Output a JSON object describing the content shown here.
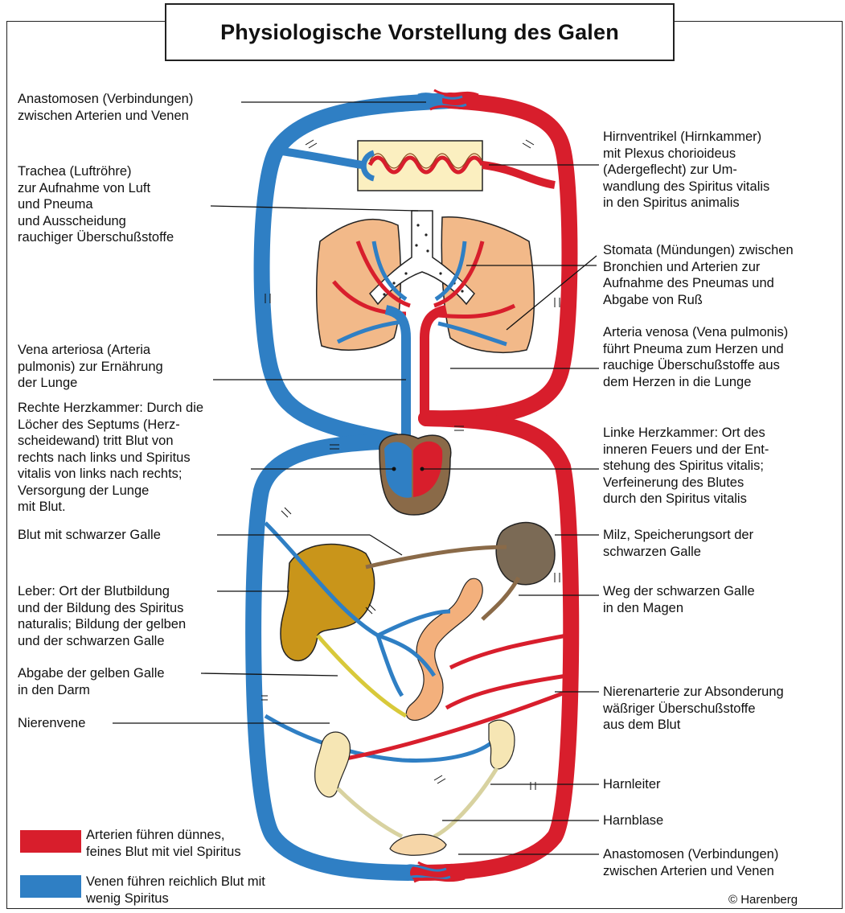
{
  "title": "Physiologische Vorstellung des Galen",
  "labels": {
    "anastomosen_top": "Anastomosen (Verbindungen)\nzwischen Arterien und Venen",
    "trachea": "Trachea (Luftröhre)\nzur Aufnahme von Luft\nund Pneuma\nund Ausscheidung\nrauchiger Überschußstoffe",
    "vena_arteriosa": "Vena arteriosa (Arteria\npulmonis) zur Ernährung\nder Lunge",
    "rechte_herzkammer": "Rechte Herzkammer: Durch die\nLöcher des Septums (Herz-\nscheidewand) tritt Blut von\nrechts nach links und Spiritus\nvitalis von links nach rechts;\nVersorgung der  Lunge\nmit Blut.",
    "blut_schwarze_galle": "Blut mit schwarzer Galle",
    "leber": "Leber: Ort der Blutbildung\nund der Bildung des Spiritus\nnaturalis; Bildung der gelben\nund der schwarzen Galle",
    "abgabe_gelbe_galle": "Abgabe der gelben Galle\nin den Darm",
    "nierenvene": "Nierenvene",
    "hirnventrikel": "Hirnventrikel (Hirnkammer)\nmit Plexus chorioideus\n(Adergeflecht) zur Um-\nwandlung des Spiritus vitalis\nin den Spiritus animalis",
    "stomata": "Stomata (Mündungen) zwischen\nBronchien und Arterien zur\nAufnahme des Pneumas und\nAbgabe von Ruß",
    "arteria_venosa": "Arteria venosa (Vena pulmonis)\nführt Pneuma zum Herzen und\nrauchige Überschußstoffe aus\ndem Herzen in die Lunge",
    "linke_herzkammer": "Linke Herzkammer: Ort des\ninneren Feuers und der Ent-\nstehung des Spiritus vitalis;\nVerfeinerung des Blutes\ndurch den Spiritus vitalis",
    "milz": "Milz, Speicherungsort der\nschwarzen Galle",
    "weg_schwarze_galle": "Weg der schwarzen Galle\nin den Magen",
    "nierenarterie": "Nierenarterie zur Absonderung\nwäßriger Überschußstoffe\naus dem Blut",
    "harnleiter": "Harnleiter",
    "harnblase": "Harnblase",
    "anastomosen_bottom": "Anastomosen (Verbindungen)\nzwischen Arterien und Venen"
  },
  "legend": {
    "arteries": "Arterien führen dünnes,\nfeines Blut mit viel Spiritus",
    "veins": "Venen führen reichlich Blut mit\nwenig Spiritus"
  },
  "credit": "© Harenberg",
  "colors": {
    "artery": "#d81e2c",
    "vein": "#2f7fc4",
    "lung": "#f2b989",
    "liver": "#c9951a",
    "spleen": "#7b6a55",
    "heart_sac": "#8a6a48",
    "stomach": "#f3b07c",
    "kidney": "#f6e6b4",
    "brain_box": "#fbefc0",
    "yellow_bile": "#d8c93a"
  }
}
